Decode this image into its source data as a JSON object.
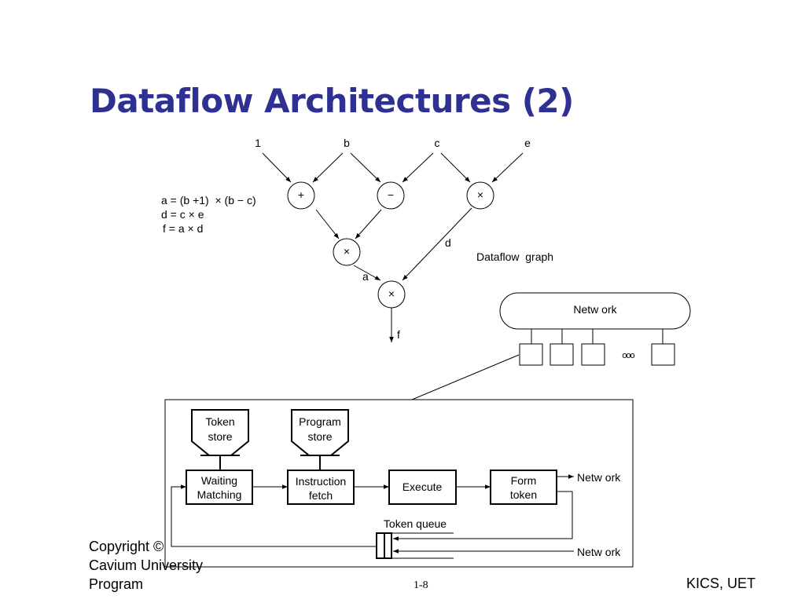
{
  "slide": {
    "title": "Dataflow Architectures (2)"
  },
  "graph": {
    "inputs": [
      "1",
      "b",
      "c",
      "e"
    ],
    "equations": [
      "a = (b +1)  × (b − c)",
      "d = c × e",
      "f = a × d"
    ],
    "ops": {
      "plus": "+",
      "minus": "−",
      "times_top": "×",
      "times_mid": "×",
      "times_bottom": "×"
    },
    "edge_labels": {
      "a": "a",
      "d": "d",
      "f": "f"
    },
    "caption": "Dataflow  graph"
  },
  "network": {
    "label": "Netw ork",
    "dots": "ooo"
  },
  "processor": {
    "token_store": [
      "Token",
      "store"
    ],
    "program_store": [
      "Program",
      "store"
    ],
    "waiting_matching": [
      "Waiting",
      "Matching"
    ],
    "instruction_fetch": [
      "Instruction",
      "fetch"
    ],
    "execute": "Execute",
    "form_token": [
      "Form",
      "token"
    ],
    "network_out_label": "Netw ork",
    "network_in_label": "Netw ork",
    "token_queue": "Token queue"
  },
  "footer": {
    "copyright_lines": [
      "Copyright ©",
      "Cavium University",
      "Program"
    ],
    "page": "1-8",
    "org": "KICS, UET"
  },
  "colors": {
    "title": "#2e3192",
    "lines": "#000000",
    "background": "#ffffff"
  }
}
